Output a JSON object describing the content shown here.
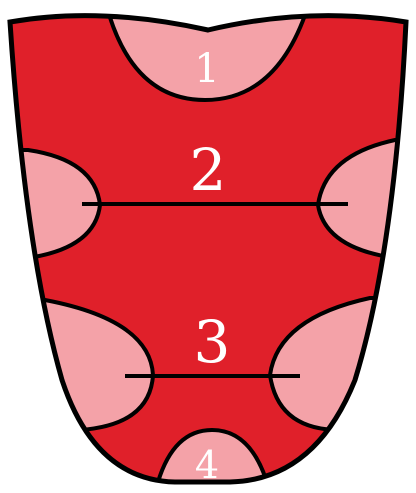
{
  "colors": {
    "background": "#ffffff",
    "body_fill": "#e0202a",
    "zone_fill": "#f4a2a8",
    "outline": "#000000",
    "label": "#ffffff"
  },
  "zones": [
    {
      "id": "1",
      "label": "1"
    },
    {
      "id": "2",
      "label": "2"
    },
    {
      "id": "3",
      "label": "3"
    },
    {
      "id": "4",
      "label": "4"
    }
  ]
}
